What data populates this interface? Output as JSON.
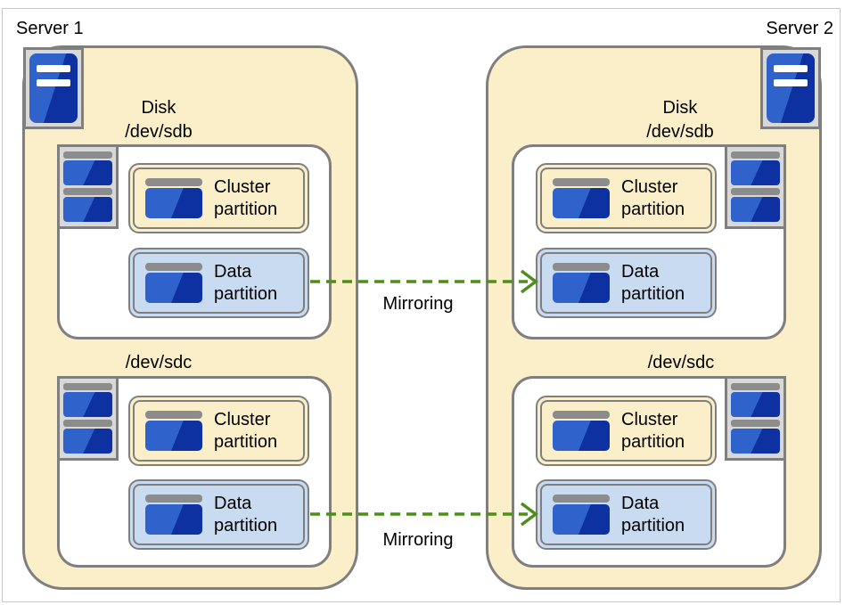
{
  "colors": {
    "cream": "#FBEFC9",
    "lightblue": "#C8DBF0",
    "border": "#7F7F7F",
    "frame": "#C9C9C9",
    "panelgray": "#D8D8D8",
    "graybar": "#8C8C8C",
    "bluelight": "#2F63CB",
    "bluedark": "#0D31A0",
    "green": "#4E8E1B",
    "text": "#000000"
  },
  "servers": [
    {
      "label": "Server 1",
      "disks": [
        {
          "title_lines": [
            "Disk",
            "/dev/sdb"
          ],
          "partitions": [
            {
              "kind": "cluster",
              "name": "Cluster partition"
            },
            {
              "kind": "data",
              "name": "Data partition"
            }
          ]
        },
        {
          "title_lines": [
            "/dev/sdc"
          ],
          "partitions": [
            {
              "kind": "cluster",
              "name": "Cluster partition"
            },
            {
              "kind": "data",
              "name": "Data partition"
            }
          ]
        }
      ]
    },
    {
      "label": "Server 2",
      "disks": [
        {
          "title_lines": [
            "Disk",
            "/dev/sdb"
          ],
          "partitions": [
            {
              "kind": "cluster",
              "name": "Cluster partition"
            },
            {
              "kind": "data",
              "name": "Data partition"
            }
          ]
        },
        {
          "title_lines": [
            "/dev/sdc"
          ],
          "partitions": [
            {
              "kind": "cluster",
              "name": "Cluster partition"
            },
            {
              "kind": "data",
              "name": "Data partition"
            }
          ]
        }
      ]
    }
  ],
  "arrows": [
    {
      "label": "Mirroring",
      "direction": "left-to-right"
    },
    {
      "label": "Mirroring",
      "direction": "left-to-right"
    }
  ]
}
